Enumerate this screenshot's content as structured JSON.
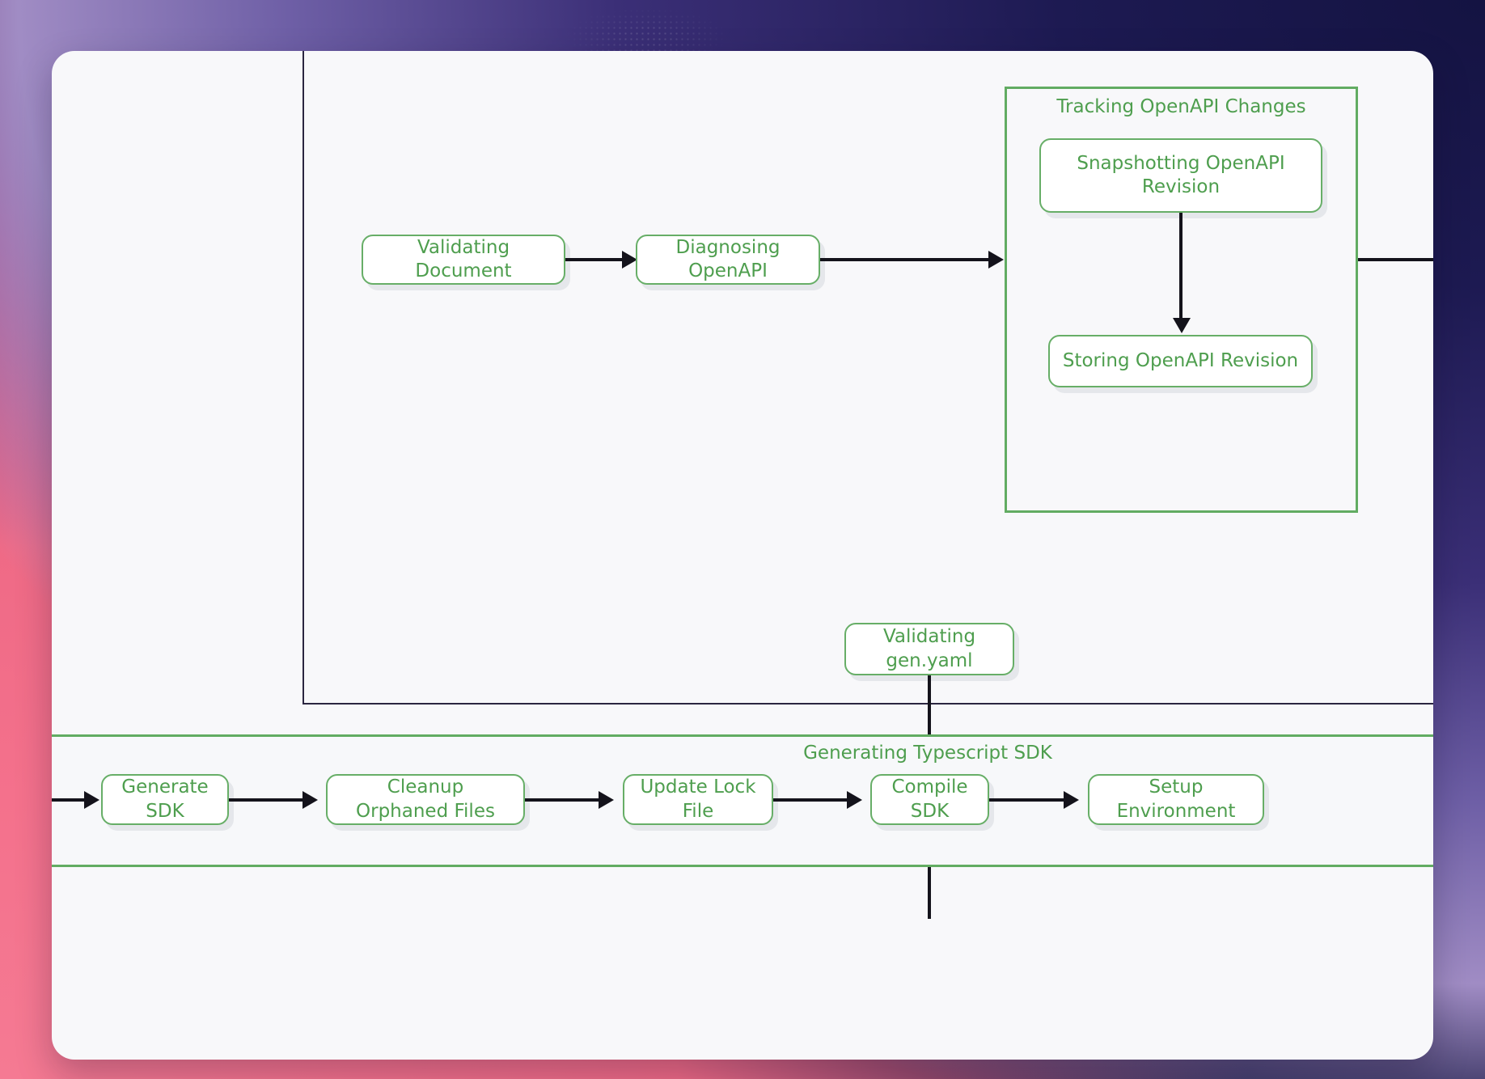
{
  "background": {
    "gradient_from": "#8f2170",
    "gradient_to": "#1a1a44",
    "accent_pink": "#f4718c",
    "accent_lavender": "#a08cc4"
  },
  "panel": {
    "background": "#f8f8fa",
    "corner_radius": "28px"
  },
  "diagram": {
    "type": "flowchart",
    "node_border_color": "#67ae67",
    "node_text_color": "#4e9e4e",
    "node_fill": "#ffffff",
    "edge_color": "#14131b",
    "outer_subgraph_border": "#2b2640",
    "subgraphs": [
      {
        "id": "tracking",
        "label": "Tracking OpenAPI Changes",
        "border_color": "#62ac62"
      },
      {
        "id": "generating",
        "label": "Generating Typescript SDK",
        "border_color": "#62ac62"
      }
    ],
    "nodes": [
      {
        "id": "validating-document",
        "label": "Validating Document"
      },
      {
        "id": "diagnosing-openapi",
        "label": "Diagnosing OpenAPI"
      },
      {
        "id": "snapshotting-openapi-revision",
        "label": "Snapshotting OpenAPI\nRevision"
      },
      {
        "id": "storing-openapi-revision",
        "label": "Storing OpenAPI Revision"
      },
      {
        "id": "validating-gen-yaml",
        "label": "Validating gen.yaml"
      },
      {
        "id": "generate-sdk",
        "label": "Generate SDK"
      },
      {
        "id": "cleanup-orphaned-files",
        "label": "Cleanup Orphaned Files"
      },
      {
        "id": "update-lock-file",
        "label": "Update Lock File"
      },
      {
        "id": "compile-sdk",
        "label": "Compile SDK"
      },
      {
        "id": "setup-environment",
        "label": "Setup Environment"
      }
    ],
    "edges": [
      {
        "from": "validating-document",
        "to": "diagnosing-openapi"
      },
      {
        "from": "diagnosing-openapi",
        "to": "tracking"
      },
      {
        "from": "snapshotting-openapi-revision",
        "to": "storing-openapi-revision"
      },
      {
        "from": "tracking",
        "to": "validating-gen-yaml"
      },
      {
        "from": "validating-gen-yaml",
        "to": "generating"
      },
      {
        "from": "generate-sdk",
        "to": "cleanup-orphaned-files"
      },
      {
        "from": "cleanup-orphaned-files",
        "to": "update-lock-file"
      },
      {
        "from": "update-lock-file",
        "to": "compile-sdk"
      },
      {
        "from": "compile-sdk",
        "to": "setup-environment"
      }
    ]
  }
}
